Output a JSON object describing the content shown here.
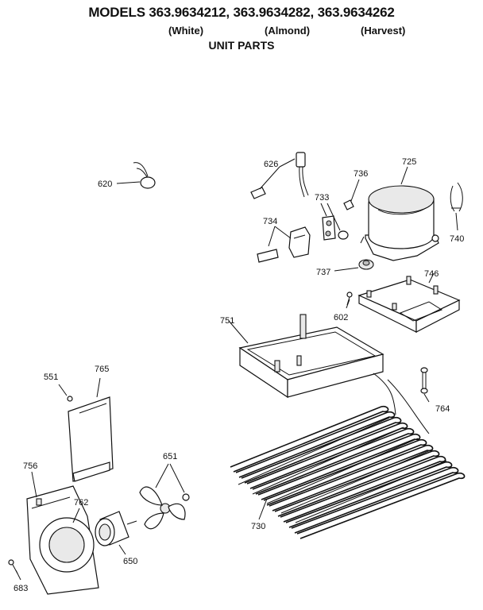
{
  "header": {
    "title": "MODELS 363.9634212, 363.9634282, 363.9634262",
    "variants": [
      "(White)",
      "(Almond)",
      "(Harvest)"
    ],
    "subtitle": "UNIT PARTS"
  },
  "parts": [
    {
      "id": "620"
    },
    {
      "id": "626"
    },
    {
      "id": "736"
    },
    {
      "id": "725"
    },
    {
      "id": "733"
    },
    {
      "id": "734"
    },
    {
      "id": "740"
    },
    {
      "id": "737"
    },
    {
      "id": "746"
    },
    {
      "id": "751"
    },
    {
      "id": "602"
    },
    {
      "id": "551"
    },
    {
      "id": "765"
    },
    {
      "id": "764"
    },
    {
      "id": "756"
    },
    {
      "id": "762"
    },
    {
      "id": "651"
    },
    {
      "id": "650"
    },
    {
      "id": "730"
    },
    {
      "id": "683"
    }
  ]
}
